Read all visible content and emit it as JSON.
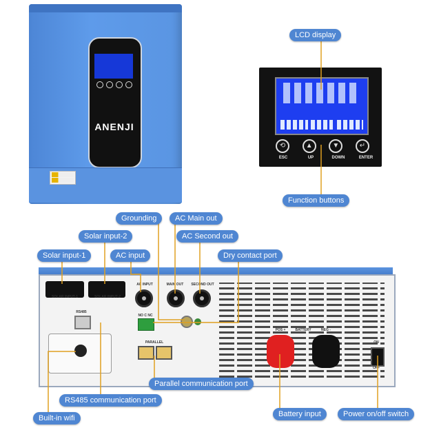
{
  "front": {
    "brand": "ANENJI"
  },
  "lcd_buttons": [
    {
      "label": "ESC",
      "glyph": "⟲"
    },
    {
      "label": "UP",
      "glyph": "▲"
    },
    {
      "label": "DOWN",
      "glyph": "▼"
    },
    {
      "label": "ENTER",
      "glyph": "↵"
    }
  ],
  "panel_labels": {
    "solar1": "SOLAR INPUT-1",
    "solar2": "SOLAR INPUT-2",
    "ac_input": "AC INPUT",
    "main_out": "MAIN OUT",
    "second_out": "SECOND OUT",
    "rs485": "RS485",
    "no_c_nc": "NO C NC",
    "parallel": "PARALLEL",
    "pos": "POS +",
    "battery": "BATTERY",
    "neg": "NEG -",
    "on": "ON",
    "off": "OFF"
  },
  "callouts": {
    "lcd_display": "LCD display",
    "function_buttons": "Function buttons",
    "grounding": "Grounding",
    "ac_main_out": "AC Main out",
    "solar_input_2": "Solar input-2",
    "ac_second_out": "AC Second out",
    "solar_input_1": "Solar input-1",
    "ac_input": "AC input",
    "dry_contact_port": "Dry contact port",
    "parallel_comm_port": "Parallel communication port",
    "rs485_comm_port": "RS485 communication port",
    "built_in_wifi": "Built-in wifi",
    "battery_input": "Battery input",
    "power_switch": "Power on/off switch"
  },
  "colors": {
    "callout": "#4f86d2",
    "leader": "#e0a020",
    "body_blue": "#5a95e2",
    "pos_red": "#e02020"
  }
}
